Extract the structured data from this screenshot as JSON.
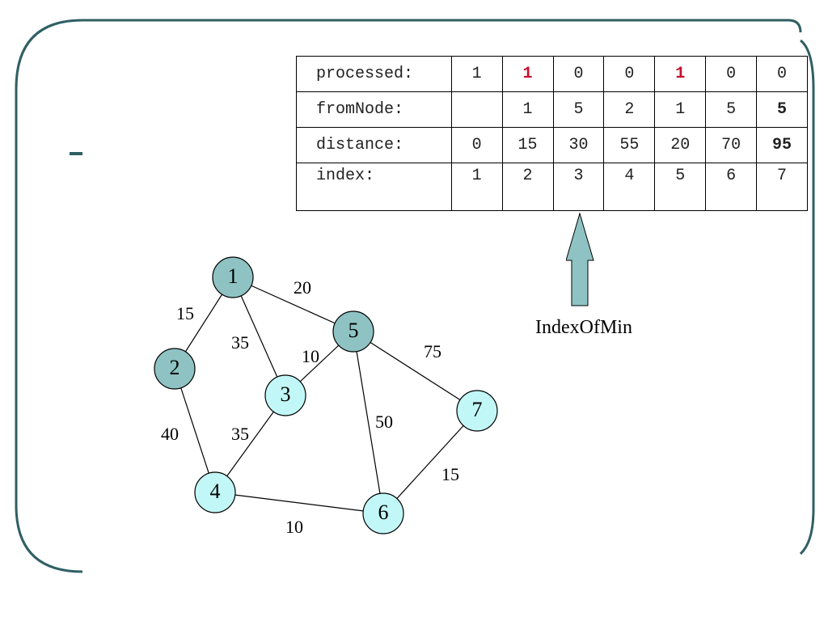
{
  "array_table": {
    "rows": [
      {
        "label": "processed:",
        "cells": [
          {
            "v": "1",
            "style": "normal"
          },
          {
            "v": "1",
            "style": "red-bold"
          },
          {
            "v": "0",
            "style": "normal"
          },
          {
            "v": "0",
            "style": "normal"
          },
          {
            "v": "1",
            "style": "red-bold"
          },
          {
            "v": "0",
            "style": "normal"
          },
          {
            "v": "0",
            "style": "normal"
          }
        ]
      },
      {
        "label": "fromNode:",
        "cells": [
          {
            "v": "",
            "style": "normal"
          },
          {
            "v": "1",
            "style": "normal"
          },
          {
            "v": "5",
            "style": "normal"
          },
          {
            "v": "2",
            "style": "normal"
          },
          {
            "v": "1",
            "style": "normal"
          },
          {
            "v": "5",
            "style": "normal"
          },
          {
            "v": "5",
            "style": "bold"
          }
        ]
      },
      {
        "label": "distance:",
        "cells": [
          {
            "v": "0",
            "style": "normal"
          },
          {
            "v": "15",
            "style": "normal"
          },
          {
            "v": "30",
            "style": "normal"
          },
          {
            "v": "55",
            "style": "normal"
          },
          {
            "v": "20",
            "style": "normal"
          },
          {
            "v": "70",
            "style": "normal"
          },
          {
            "v": "95",
            "style": "bold"
          }
        ]
      },
      {
        "label": "index:",
        "cells": [
          {
            "v": "1",
            "style": "normal"
          },
          {
            "v": "2",
            "style": "normal"
          },
          {
            "v": "3",
            "style": "normal"
          },
          {
            "v": "4",
            "style": "normal"
          },
          {
            "v": "5",
            "style": "normal"
          },
          {
            "v": "6",
            "style": "normal"
          },
          {
            "v": "7",
            "style": "normal"
          }
        ]
      }
    ]
  },
  "pointer": {
    "label": "IndexOfMin",
    "points_to_index": "3"
  },
  "graph": {
    "nodes": [
      {
        "id": "1",
        "processed": true
      },
      {
        "id": "2",
        "processed": true
      },
      {
        "id": "3",
        "processed": false
      },
      {
        "id": "4",
        "processed": false
      },
      {
        "id": "5",
        "processed": true
      },
      {
        "id": "6",
        "processed": false
      },
      {
        "id": "7",
        "processed": false
      }
    ],
    "edges": [
      {
        "from": "1",
        "to": "2",
        "weight": "15"
      },
      {
        "from": "1",
        "to": "5",
        "weight": "20"
      },
      {
        "from": "1",
        "to": "3",
        "weight": "35"
      },
      {
        "from": "5",
        "to": "3",
        "weight": "10"
      },
      {
        "from": "5",
        "to": "7",
        "weight": "75"
      },
      {
        "from": "2",
        "to": "4",
        "weight": "40"
      },
      {
        "from": "3",
        "to": "4",
        "weight": "35"
      },
      {
        "from": "5",
        "to": "6",
        "weight": "50"
      },
      {
        "from": "7",
        "to": "6",
        "weight": "15"
      },
      {
        "from": "4",
        "to": "6",
        "weight": "10"
      }
    ]
  },
  "colors": {
    "processed_node": "#8fc3c3",
    "unprocessed_node": "#c2f7f7",
    "frame": "#2f5f63",
    "arrow_fill": "#8fc3c3",
    "highlight": "#c8102e"
  }
}
